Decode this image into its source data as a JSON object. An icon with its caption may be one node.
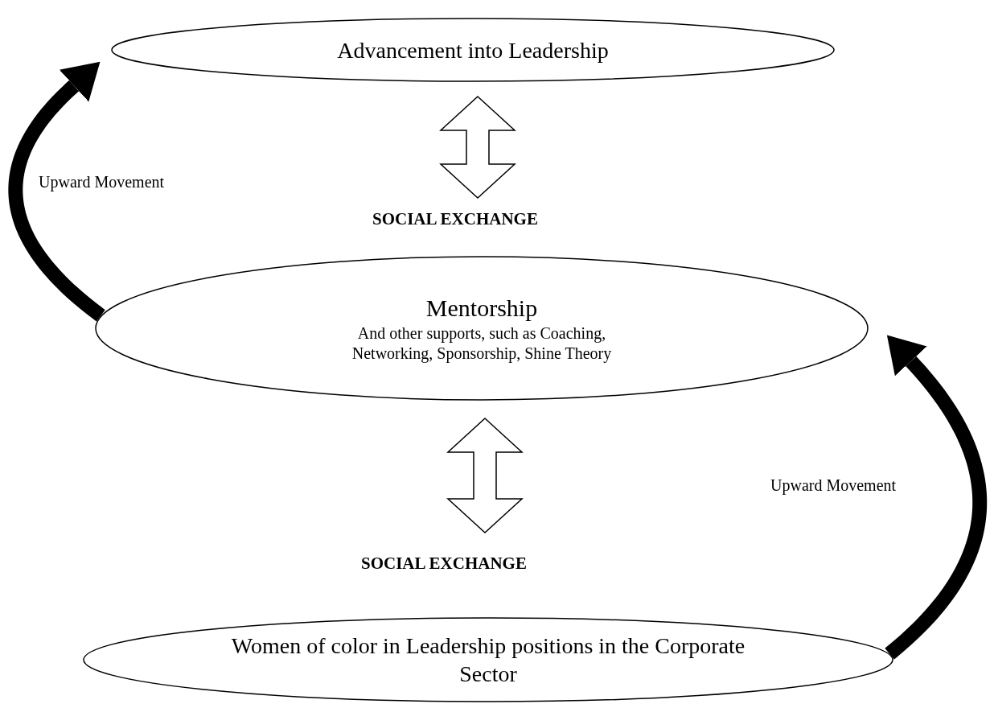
{
  "diagram": {
    "nodes": [
      {
        "text": [
          "Advancement into Leadership"
        ]
      },
      {
        "text": [
          "Mentorship",
          "And other supports, such as Coaching, Networking, Sponsorship, Shine Theory"
        ]
      },
      {
        "text": [
          "Women of color in Leadership positions in the Corporate Sector"
        ]
      }
    ],
    "edges": [
      {
        "from": 0,
        "to": 1,
        "arrow": "both"
      },
      {
        "from": 1,
        "to": 0,
        "arrow": "to",
        "label": "Upward Movement"
      },
      {
        "from": 1,
        "to": 2,
        "arrow": "both"
      },
      {
        "from": 2,
        "to": 1,
        "arrow": "to",
        "label": "Upward Movement"
      }
    ],
    "labels": [
      "SOCIAL EXCHANGE",
      "SOCIAL EXCHANGE"
    ]
  }
}
